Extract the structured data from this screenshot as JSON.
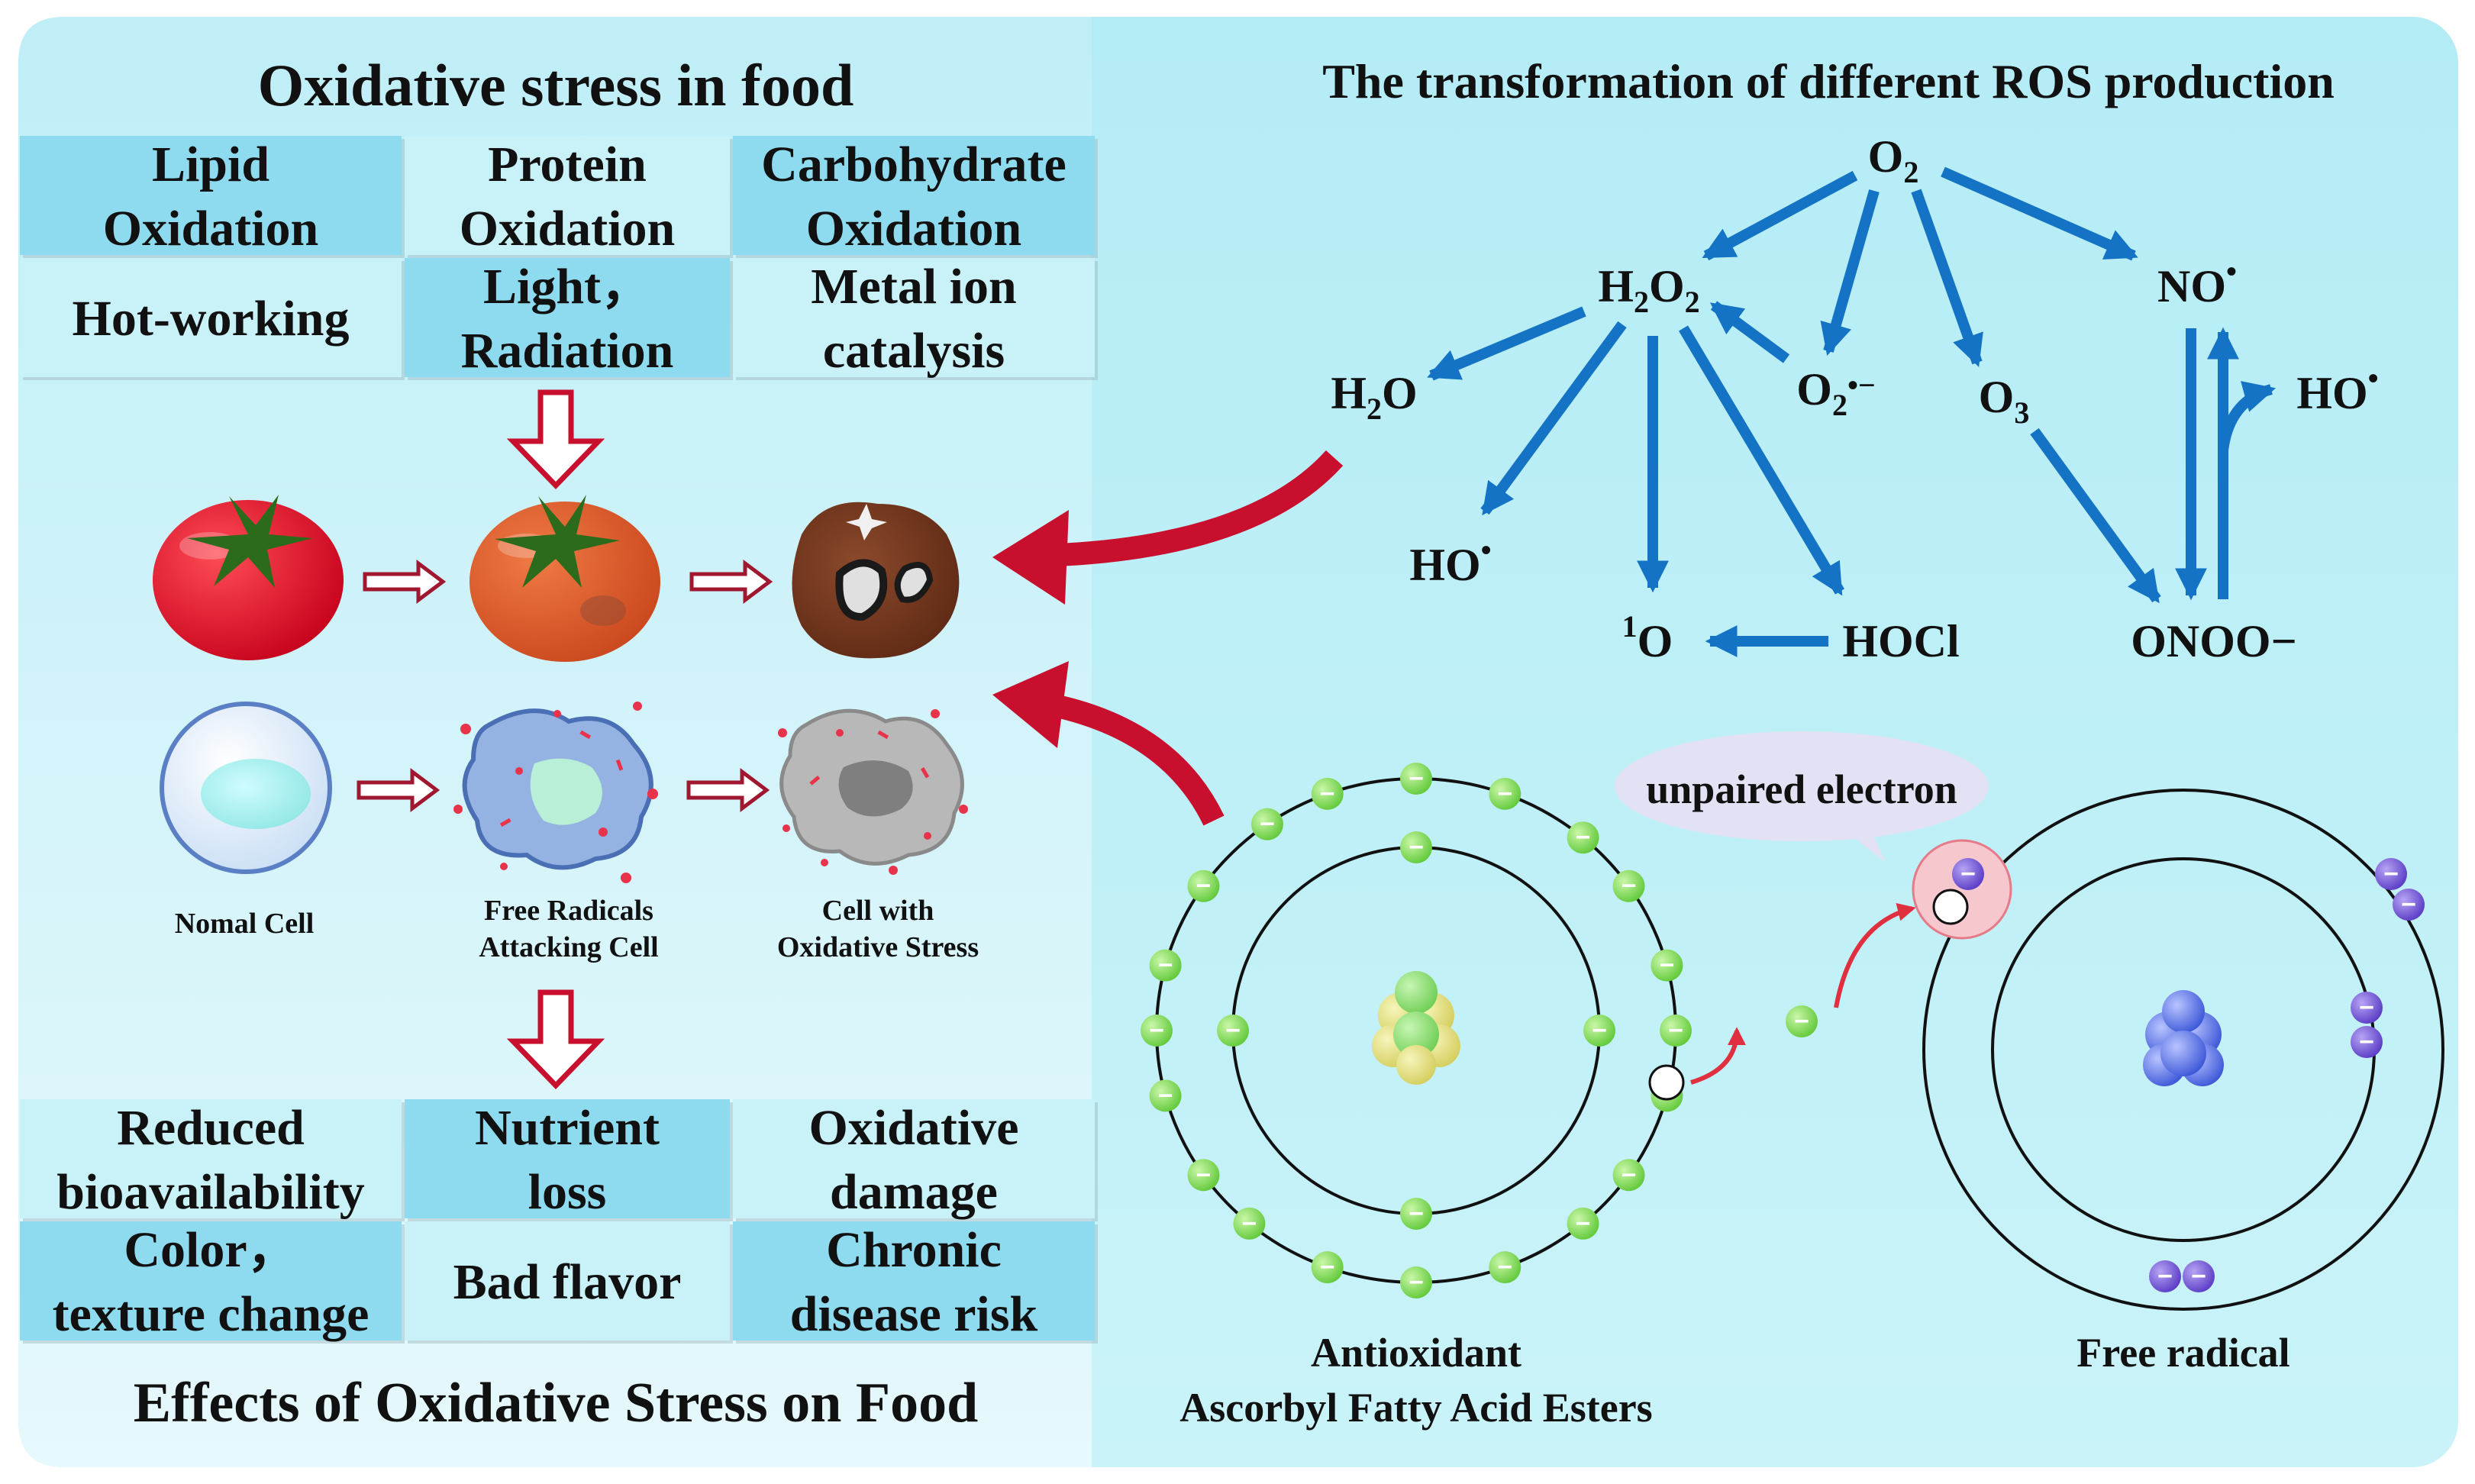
{
  "left_panel": {
    "title": "Oxidative stress in food",
    "causes": [
      [
        "Lipid",
        "Oxidation"
      ],
      [
        "Protein",
        "Oxidation"
      ],
      [
        "Carbohydrate",
        "Oxidation"
      ],
      [
        "Hot-working"
      ],
      [
        "Light，",
        "Radiation"
      ],
      [
        "Metal ion",
        "catalysis"
      ]
    ],
    "cell_labels": {
      "normal": [
        "Nomal Cell"
      ],
      "attacking": [
        "Free Radicals",
        "Attacking Cell"
      ],
      "stressed": [
        "Cell with",
        "Oxidative Stress"
      ]
    },
    "effects": [
      [
        "Reduced",
        "bioavailability"
      ],
      [
        "Nutrient",
        "loss"
      ],
      [
        "Oxidative",
        "damage"
      ],
      [
        "Color，",
        "texture change"
      ],
      [
        "Bad flavor"
      ],
      [
        "Chronic",
        "disease risk"
      ]
    ],
    "footer": "Effects of Oxidative Stress on Food"
  },
  "ros_panel": {
    "title": "The transformation of different ROS production",
    "species": {
      "o2": "O",
      "h2o2": "H",
      "h2o": "H",
      "o2_radical": "O",
      "o3": "O",
      "no": "NO",
      "ho_right": "HO",
      "ho_left": "HO",
      "singlet_o2": "O",
      "hocl": "HOCl",
      "onoo": "ONOO−"
    },
    "subscripts": {
      "two": "2",
      "three": "3",
      "one": "1",
      "radical_dot": "•",
      "superoxide_mark": "•−"
    }
  },
  "atoms": {
    "callout": "unpaired electron",
    "electron_sign": "−",
    "antioxidant_label": [
      "Antioxidant",
      "Ascorbyl Fatty Acid Esters"
    ],
    "free_radical_label": "Free radical"
  },
  "colors": {
    "cell_cyan": "#8edbef",
    "cell_light": "#c9f1f8",
    "ros_arrow": "#1473c4",
    "big_arrow_red": "#c8102e",
    "electron_green": "#7ed957",
    "electron_purple": "#7a5cd6",
    "callout_bg": "#e2e2f4"
  }
}
